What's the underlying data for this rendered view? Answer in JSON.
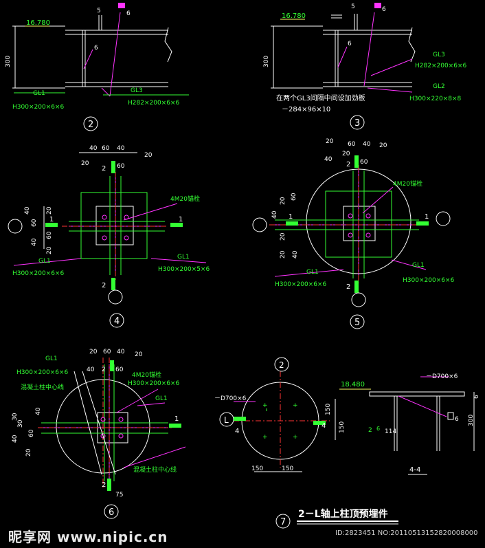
{
  "title": "2－L轴上柱顶预埋件",
  "watermark": {
    "brand": "昵享网 www.nipic.cn",
    "id": "ID:2823451 NO:20110513152820008000"
  },
  "detail2": {
    "mark": "2",
    "elev": "16.780",
    "dim_left": "300",
    "weld_top": "5",
    "weld_a": "6",
    "weld_b": "6",
    "beam_l": "GL1",
    "beam_l_spec": "H300×200×6×6",
    "beam_r": "GL3",
    "beam_r_spec": "H282×200×6×6"
  },
  "detail3": {
    "mark": "3",
    "elev": "16.780",
    "dim_left": "300",
    "weld_top": "5",
    "weld_a": "6",
    "weld_b": "6",
    "gl3": "GL3",
    "gl3_spec": "H282×200×6×6",
    "gl2": "GL2",
    "gl2_spec": "H300×220×8×8",
    "note1": "在两个GL3间隔中间设加劲板",
    "note2": "－284×96×10"
  },
  "detail4": {
    "mark": "4",
    "dims_top": [
      "40",
      "60",
      "40",
      "20"
    ],
    "dim_20a": "20",
    "dim_60": "60",
    "sec_top": "2",
    "sec_bot": "2",
    "sec_left": "1",
    "sec_right": "1",
    "dims_left": [
      "40",
      "60",
      "60",
      "40"
    ],
    "dims_left_b": [
      "20",
      "20"
    ],
    "bolt": "4M20锚栓",
    "gl1_l": "GL1",
    "gl1_l_spec": "H300×200×6×6",
    "gl1_r": "GL1",
    "gl1_r_spec": "H300×200×5×6"
  },
  "detail5": {
    "mark": "5",
    "dims_top": [
      "20",
      "60",
      "40",
      "20"
    ],
    "dim_40": "40",
    "dim_20": "20",
    "dim_60": "60",
    "sec_top": "2",
    "sec_bot": "2",
    "sec_left": "1",
    "sec_right": "1",
    "dims_left": [
      "20",
      "60",
      "40",
      "20",
      "20",
      "40"
    ],
    "bolt": "4M20锚栓",
    "gl1_l": "GL1",
    "gl1_l_spec": "H300×200×6×6",
    "gl1_r": "GL1",
    "gl1_r_spec": "H300×200×6×6"
  },
  "detail6": {
    "mark": "6",
    "dims_top": [
      "20",
      "60",
      "40",
      "20"
    ],
    "dim_40": "40",
    "dim_2": "2",
    "dim_60": "60",
    "gl1_a": "GL1",
    "gl1_a_spec": "H300×200×6×6",
    "note_center": "混凝土柱中心线",
    "bolt": "4M20锚栓",
    "bolt_spec": "H300×200×6×6",
    "gl1_r": "GL1",
    "sec_right": "1",
    "dims_left": [
      "30",
      "30",
      "40",
      "40",
      "60",
      "20"
    ],
    "note_center2": "混凝土柱中心线",
    "dim_75": "75",
    "sec_bot": "2"
  },
  "detail7": {
    "mark": "7",
    "axis_top": "2",
    "axis_left": "L",
    "plate": "－D700×6",
    "sec_l": "4",
    "sec_r": "4",
    "dim_150a": "150",
    "dim_150b": "150",
    "dims_bot": [
      "150",
      "150"
    ]
  },
  "detail44": {
    "label": "4-4",
    "elev": "18.480",
    "plate": "－D700×6",
    "weld": "6",
    "dim_300": "300",
    "dim_6": "6",
    "dim_114": "114",
    "weld2": "2",
    "weld2b": "6"
  }
}
